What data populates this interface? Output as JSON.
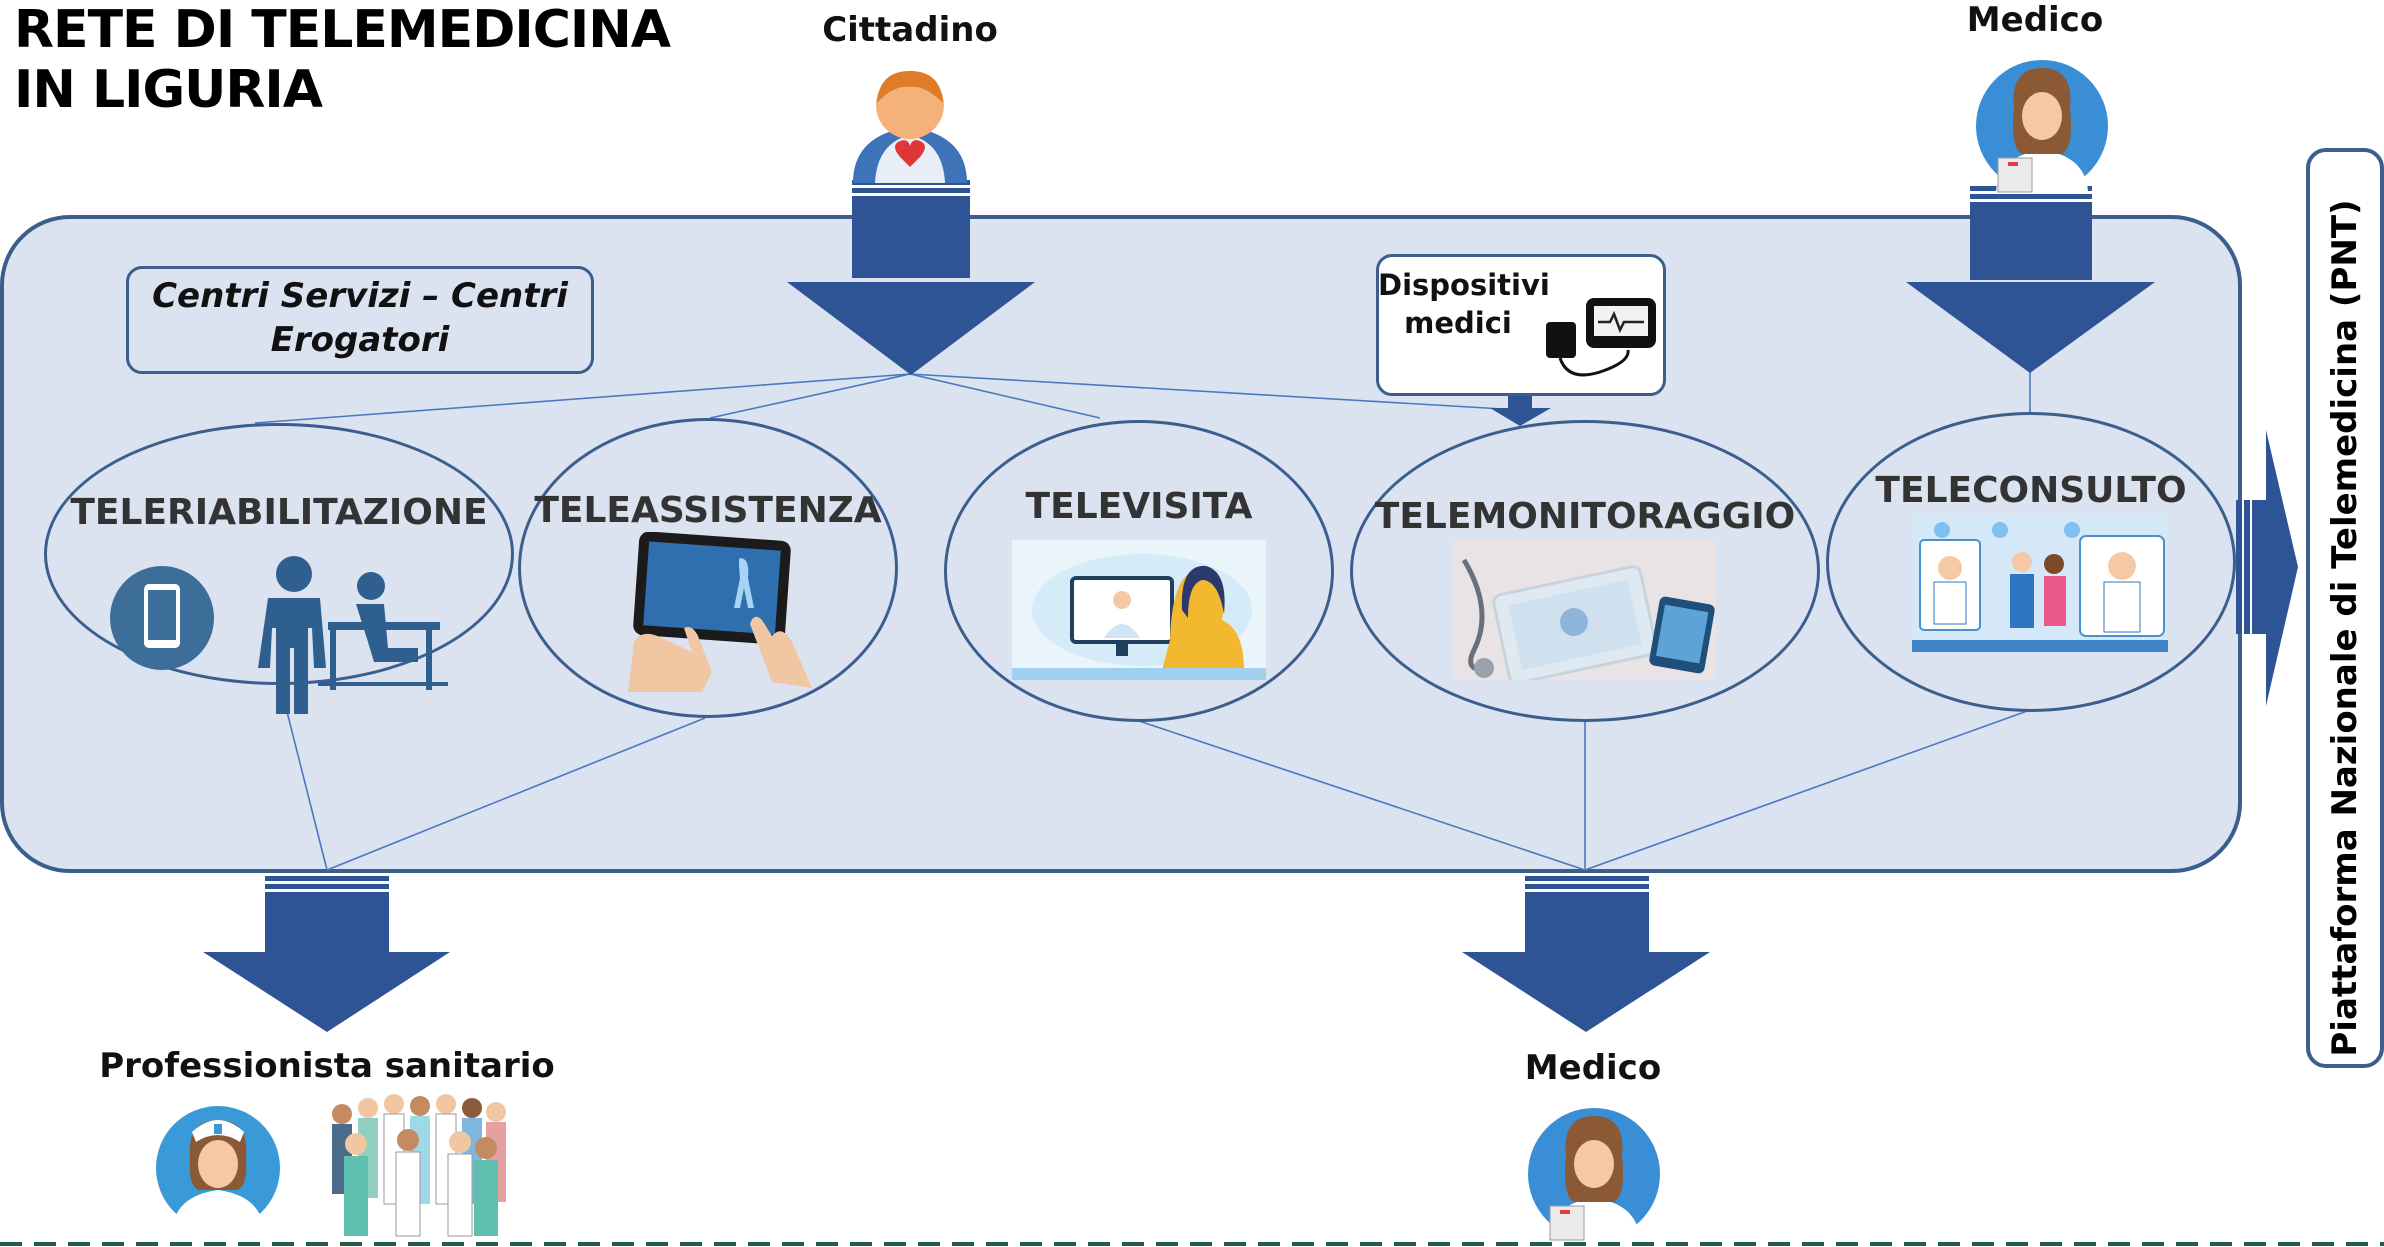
{
  "title": {
    "line1": "RETE DI TELEMEDICINA",
    "line2": "IN LIGURIA"
  },
  "actors": {
    "citizen": "Cittadino",
    "doctor_top": "Medico",
    "health_professional": "Professionista sanitario",
    "doctor_bottom": "Medico"
  },
  "centers_label": {
    "line1": "Centri Servizi – Centri",
    "line2": "Erogatori"
  },
  "devices_label": {
    "line1": "Dispositivi",
    "line2": "medici"
  },
  "services": {
    "rehab": "TELERIABILITAZIONE",
    "assistance": "TELEASSISTENZA",
    "visit": "TELEVISITA",
    "monitoring": "TELEMONITORAGGIO",
    "consult": "TELECONSULTO"
  },
  "platform": "Piattaforma Nazionale di Telemedicina (PNT)",
  "colors": {
    "arrow": "#2e5495",
    "panel_fill": "#dbe3f1",
    "border": "#3b5e8c",
    "dashed_line": "#1f5f4a"
  },
  "icons": [
    "citizen-avatar-icon",
    "doctor-avatar-icon",
    "nurse-avatar-icon",
    "medical-staff-group-icon",
    "blood-pressure-monitor-icon",
    "tablet-icon",
    "patient-rehab-icon"
  ]
}
